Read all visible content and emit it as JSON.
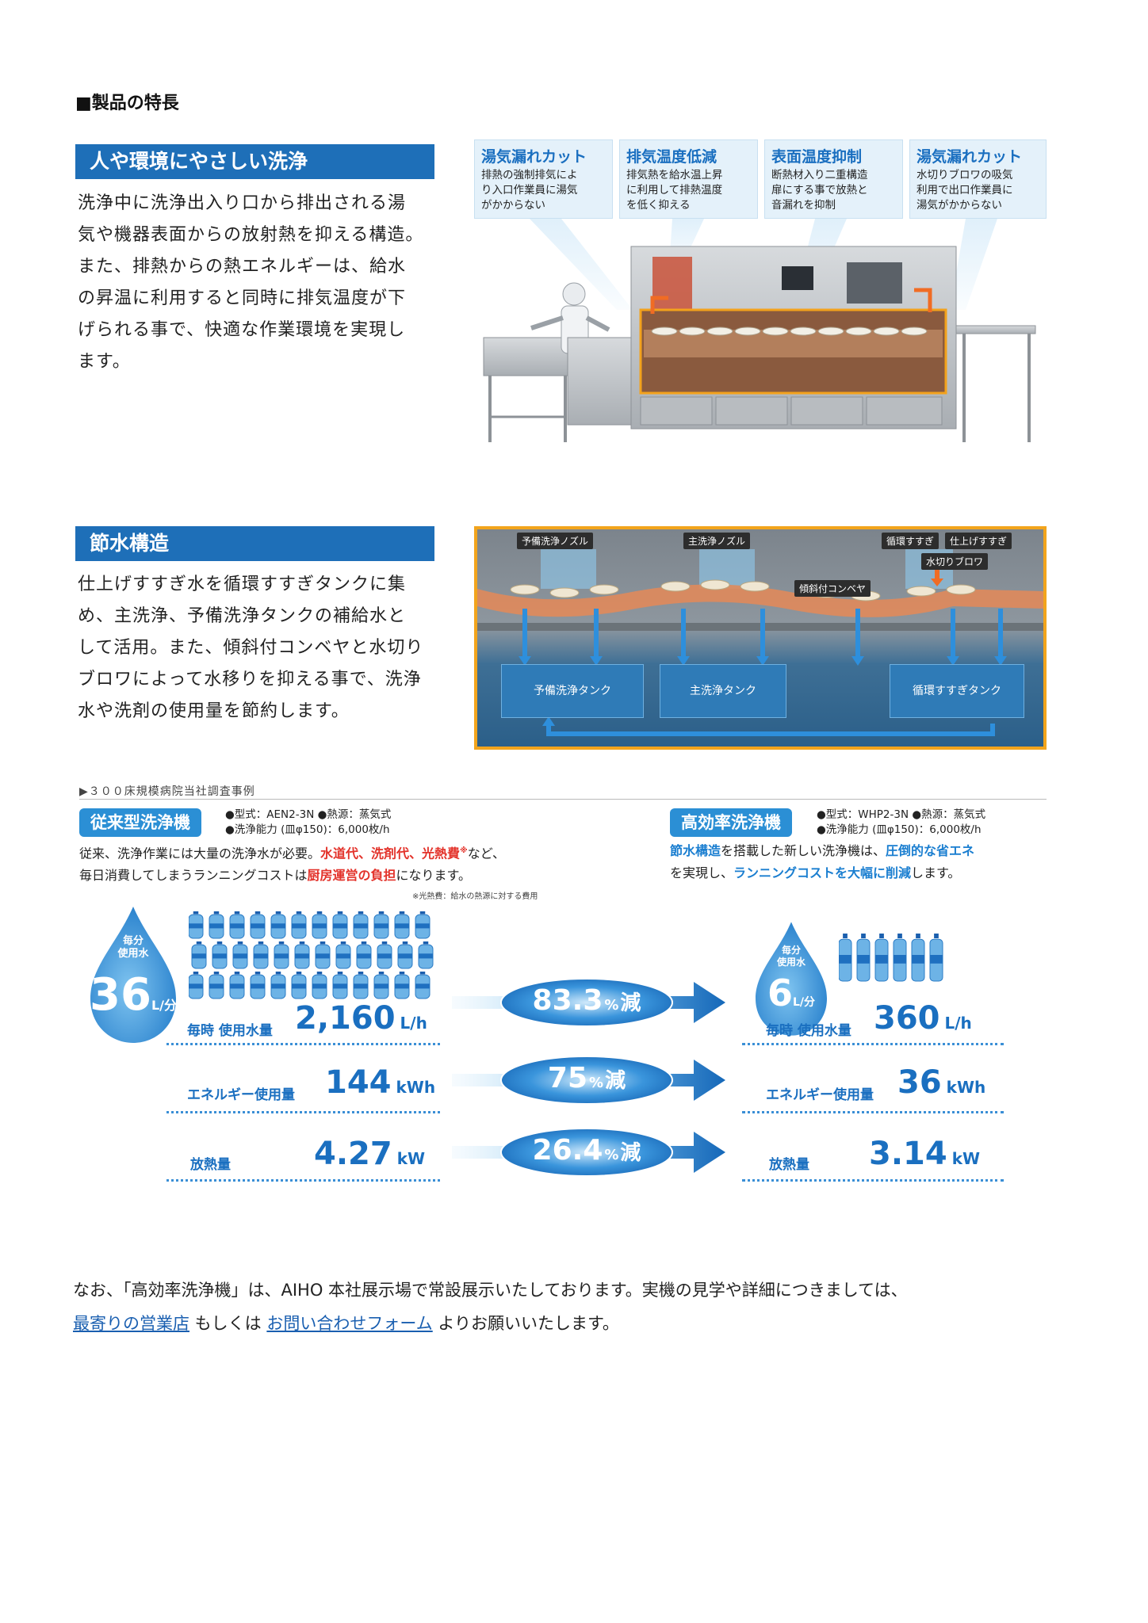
{
  "page": {
    "section_title": "■製品の特長"
  },
  "feature1": {
    "heading": "人や環境にやさしい洗浄",
    "lines": [
      "洗浄中に洗浄出入り口から排出される湯",
      "気や機器表面からの放射熱を抑える構造。",
      "また、排熱からの熱エネルギーは、給水",
      "の昇温に利用すると同時に排気温度が下",
      "げられる事で、快適な作業環境を実現し",
      "ます。"
    ],
    "callouts": [
      {
        "title": "湯気漏れカット",
        "body": [
          "排熱の強制排気によ",
          "り入口作業員に湯気",
          "がかからない"
        ]
      },
      {
        "title": "排気温度低減",
        "body": [
          "排気熱を給水温上昇",
          "に利用して排熱温度",
          "を低く抑える"
        ]
      },
      {
        "title": "表面温度抑制",
        "body": [
          "断熱材入り二重構造",
          "扉にする事で放熱と",
          "音漏れを抑制"
        ]
      },
      {
        "title": "湯気漏れカット",
        "body": [
          "水切りブロワの吸気",
          "利用で出口作業員に",
          "湯気がかからない"
        ]
      }
    ]
  },
  "feature2": {
    "heading": "節水構造",
    "lines": [
      "仕上げすすぎ水を循環すすぎタンクに集",
      "め、主洗浄、予備洗浄タンクの補給水と",
      "して活用。また、傾斜付コンベヤと水切り",
      "ブロワによって水移りを抑える事で、洗浄",
      "水や洗剤の使用量を節約します。"
    ],
    "diagram_labels": {
      "pre_nozzle": "予備洗浄ノズル",
      "main_nozzle": "主洗浄ノズル",
      "circ_rinse": "循環すすぎ",
      "final_rinse": "仕上げすすぎ",
      "blower": "水切りブロワ",
      "conveyor": "傾斜付コンベヤ",
      "pre_tank": "予備洗浄タンク",
      "main_tank": "主洗浄タンク",
      "rinse_tank": "循環すすぎタンク"
    }
  },
  "comparison": {
    "case_label": "▶３００床規模病院当社調査事例",
    "old": {
      "badge": "従来型洗浄機",
      "spec_line1": "●型式：AEN2-3N ●熱源：蒸気式",
      "spec_line2": "●洗浄能力 (皿φ150)：6,000枚/h",
      "desc_pre": "従来、洗浄作業には大量の洗浄水が必要。",
      "desc_red1": "水道代、洗剤代、光熱費",
      "desc_mid": "など、",
      "desc_line2_pre": "毎日消費してしまうランニングコストは",
      "desc_red2": "厨房運営の負担",
      "desc_line2_post": "になります。",
      "mark": "※",
      "note": "※光熱費：給水の熱源に対する費用",
      "drop_top": "毎分",
      "drop_sub": "使用水",
      "drop_value": "36",
      "drop_unit": "L/分",
      "bottles": 36,
      "stats": [
        {
          "label": "毎時 使用水量",
          "value": "2,160",
          "unit": "L/h"
        },
        {
          "label": "エネルギー使用量",
          "value": "144",
          "unit": "kWh"
        },
        {
          "label": "放熱量",
          "value": "4.27",
          "unit": "kW"
        }
      ]
    },
    "new": {
      "badge": "高効率洗浄機",
      "spec_line1": "●型式：WHP2-3N ●熱源：蒸気式",
      "spec_line2": "●洗浄能力 (皿φ150)：6,000枚/h",
      "desc_blue1": "節水構造",
      "desc_mid1": "を搭載した新しい洗浄機は、",
      "desc_blue2": "圧倒的な省エネ",
      "desc_line2_pre": "を実現し、",
      "desc_blue3": "ランニングコストを大幅に削減",
      "desc_line2_post": "します。",
      "drop_top": "毎分",
      "drop_sub": "使用水",
      "drop_value": "6",
      "drop_unit": "L/分",
      "bottles": 6,
      "stats": [
        {
          "label": "毎時 使用水量",
          "value": "360",
          "unit": "L/h"
        },
        {
          "label": "エネルギー使用量",
          "value": "36",
          "unit": "kWh"
        },
        {
          "label": "放熱量",
          "value": "3.14",
          "unit": "kW"
        }
      ]
    },
    "reductions": [
      {
        "num": "83.3",
        "pct": "%",
        "word": "減"
      },
      {
        "num": "75",
        "pct": "%",
        "word": "減"
      },
      {
        "num": "26.4",
        "pct": "%",
        "word": "減"
      }
    ]
  },
  "footer": {
    "line1": "なお、「高効率洗浄機」は、AIHO 本社展示場で常設展示いたしております。実機の見学や詳細につきましては、",
    "link1": "最寄りの営業店",
    "mid": " もしくは ",
    "link2": "お問い合わせフォーム",
    "end": " よりお願いいたします。"
  }
}
